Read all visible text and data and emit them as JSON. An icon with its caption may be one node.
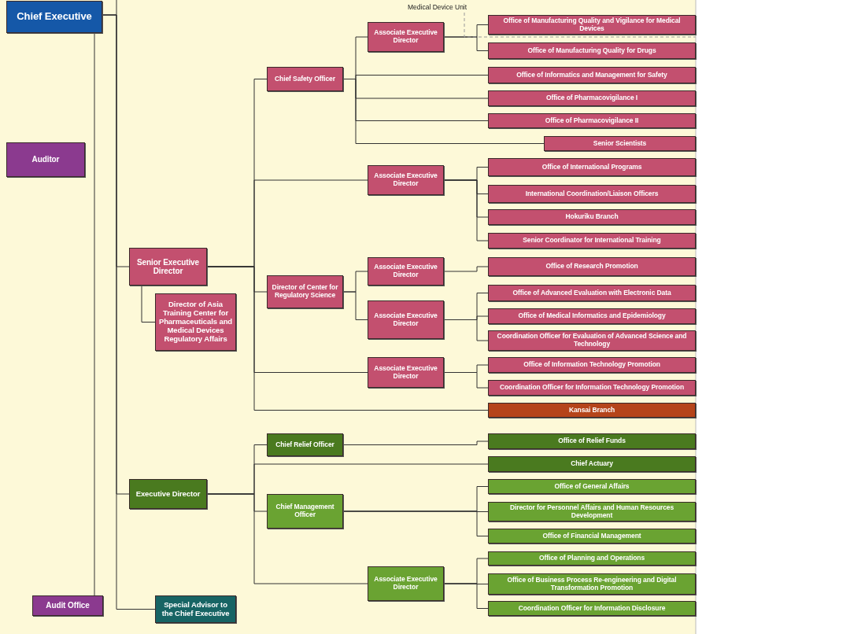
{
  "diagram": {
    "nodes": [
      {
        "text": [
          "Chief Executive"
        ]
      },
      {
        "text": [
          "Auditor"
        ]
      },
      {
        "text": [
          "Audit Office"
        ]
      },
      {
        "text": [
          "Senior Executive Director"
        ]
      },
      {
        "text": [
          "Director of Asia Training Center for Pharmaceuticals and Medical Devices Regulatory Affairs"
        ]
      },
      {
        "text": [
          "Executive Director"
        ]
      },
      {
        "text": [
          "Special Advisor to the Chief Executive"
        ]
      },
      {
        "text": [
          "Chief Safety Officer"
        ]
      },
      {
        "text": [
          "Associate Executive Director"
        ]
      },
      {
        "text": [
          "Office of Manufacturing Quality and Vigilance for Medical Devices"
        ]
      },
      {
        "text": [
          "Office of Manufacturing Quality for Drugs"
        ]
      },
      {
        "text": [
          "Office of Informatics and Management for Safety"
        ]
      },
      {
        "text": [
          "Office of Pharmacovigilance I"
        ]
      },
      {
        "text": [
          "Office of Pharmacovigilance II"
        ]
      },
      {
        "text": [
          "Senior Scientists"
        ]
      },
      {
        "text": [
          "Associate Executive Director"
        ]
      },
      {
        "text": [
          "Office of International Programs"
        ]
      },
      {
        "text": [
          "International Coordination/Liaison Officers"
        ]
      },
      {
        "text": [
          "Hokuriku Branch"
        ]
      },
      {
        "text": [
          "Senior Coordinator for International Training"
        ]
      },
      {
        "text": [
          "Director of Center for Regulatory Science"
        ]
      },
      {
        "text": [
          "Associate Executive Director"
        ]
      },
      {
        "text": [
          "Office of Research Promotion"
        ]
      },
      {
        "text": [
          "Associate Executive Director"
        ]
      },
      {
        "text": [
          "Office of Advanced Evaluation with Electronic Data"
        ]
      },
      {
        "text": [
          "Office of Medical Informatics and Epidemiology"
        ]
      },
      {
        "text": [
          "Coordination Officer for Evaluation of Advanced Science and Technology"
        ]
      },
      {
        "text": [
          "Associate Executive Director"
        ]
      },
      {
        "text": [
          "Office of Information Technology Promotion"
        ]
      },
      {
        "text": [
          "Coordination Officer for Information Technology Promotion"
        ]
      },
      {
        "text": [
          "Kansai Branch"
        ]
      },
      {
        "text": [
          "Chief Relief Officer"
        ]
      },
      {
        "text": [
          "Office of Relief Funds"
        ]
      },
      {
        "text": [
          "Chief Actuary"
        ]
      },
      {
        "text": [
          "Chief Management Officer"
        ]
      },
      {
        "text": [
          "Office of General Affairs"
        ]
      },
      {
        "text": [
          "Director for Personnel Affairs and Human Resources Development"
        ]
      },
      {
        "text": [
          "Office of Financial Management"
        ]
      },
      {
        "text": [
          "Associate Executive Director"
        ]
      },
      {
        "text": [
          "Office of Planning and Operations"
        ]
      },
      {
        "text": [
          "Office of Business Process Re-engineering and Digital Transformation Promotion"
        ]
      },
      {
        "text": [
          "Coordination Officer for Information Disclosure"
        ]
      }
    ],
    "edges": [
      {
        "from": 0,
        "to": 2,
        "arrow": "none"
      },
      {
        "from": 0,
        "to": 3,
        "arrow": "none"
      },
      {
        "from": 0,
        "to": 5,
        "arrow": "none"
      },
      {
        "from": 0,
        "to": 6,
        "arrow": "none"
      },
      {
        "from": 3,
        "to": 4,
        "arrow": "none"
      },
      {
        "from": 3,
        "to": 7,
        "arrow": "none"
      },
      {
        "from": 3,
        "to": 15,
        "arrow": "none"
      },
      {
        "from": 3,
        "to": 20,
        "arrow": "none"
      },
      {
        "from": 3,
        "to": 27,
        "arrow": "none"
      },
      {
        "from": 3,
        "to": 30,
        "arrow": "none"
      },
      {
        "from": 7,
        "to": 8,
        "arrow": "none"
      },
      {
        "from": 7,
        "to": 11,
        "arrow": "none"
      },
      {
        "from": 7,
        "to": 12,
        "arrow": "none"
      },
      {
        "from": 7,
        "to": 13,
        "arrow": "none"
      },
      {
        "from": 7,
        "to": 14,
        "arrow": "none"
      },
      {
        "from": 8,
        "to": 9,
        "arrow": "none"
      },
      {
        "from": 8,
        "to": 10,
        "arrow": "none"
      },
      {
        "from": 15,
        "to": 16,
        "arrow": "none"
      },
      {
        "from": 15,
        "to": 17,
        "arrow": "none"
      },
      {
        "from": 15,
        "to": 18,
        "arrow": "none"
      },
      {
        "from": 15,
        "to": 19,
        "arrow": "none"
      },
      {
        "from": 20,
        "to": 21,
        "arrow": "none"
      },
      {
        "from": 20,
        "to": 23,
        "arrow": "none"
      },
      {
        "from": 21,
        "to": 22,
        "arrow": "none"
      },
      {
        "from": 23,
        "to": 24,
        "arrow": "none"
      },
      {
        "from": 23,
        "to": 25,
        "arrow": "none"
      },
      {
        "from": 23,
        "to": 26,
        "arrow": "none"
      },
      {
        "from": 27,
        "to": 28,
        "arrow": "none"
      },
      {
        "from": 27,
        "to": 29,
        "arrow": "none"
      },
      {
        "from": 5,
        "to": 31,
        "arrow": "none"
      },
      {
        "from": 5,
        "to": 33,
        "arrow": "none"
      },
      {
        "from": 5,
        "to": 34,
        "arrow": "none"
      },
      {
        "from": 5,
        "to": 38,
        "arrow": "none"
      },
      {
        "from": 31,
        "to": 32,
        "arrow": "none"
      },
      {
        "from": 34,
        "to": 35,
        "arrow": "none"
      },
      {
        "from": 34,
        "to": 36,
        "arrow": "none"
      },
      {
        "from": 34,
        "to": 37,
        "arrow": "none"
      },
      {
        "from": 38,
        "to": 39,
        "arrow": "none"
      },
      {
        "from": 38,
        "to": 40,
        "arrow": "none"
      },
      {
        "from": 38,
        "to": 41,
        "arrow": "none"
      }
    ],
    "labels": [
      "Medical Device Unit"
    ]
  }
}
